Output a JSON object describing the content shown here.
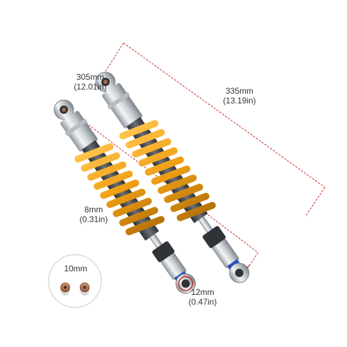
{
  "image": {
    "subject": "Pair of motorcycle rear shock absorbers",
    "colors": {
      "spring": "#f0a014",
      "spring_dark": "#b8740a",
      "body": "#c9cdd1",
      "body_dark": "#8e959b",
      "rod_dark": "#4a4d52",
      "bushing": "#a06a4a",
      "accent_blue": "#2a4fbf",
      "dimension_line": "#c62828"
    }
  },
  "dimensions": {
    "length_short_mm": "305mm",
    "length_short_in": "(12.01in)",
    "length_long_mm": "335mm",
    "length_long_in": "(13.19in)",
    "rod_mm": "8mm",
    "rod_in": "(0.31in)",
    "eye_mm": "12mm",
    "eye_in": "(0.47in)",
    "bushing_mm": "10mm"
  }
}
